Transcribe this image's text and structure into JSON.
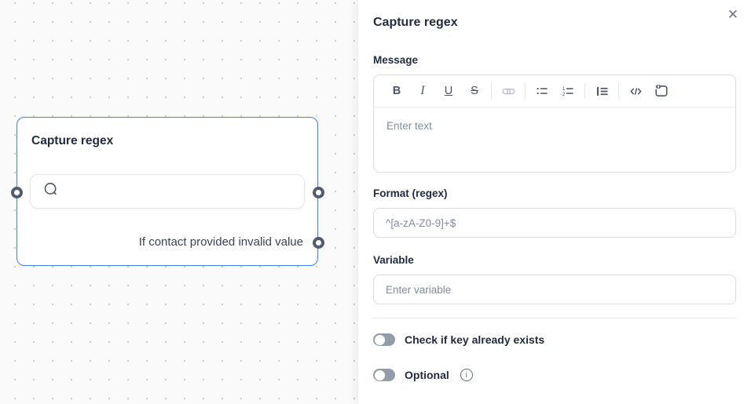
{
  "canvas": {
    "node": {
      "title": "Capture regex",
      "branch_label": "If contact provided invalid value",
      "message_icon": "chat-bubble-icon",
      "ports": [
        "left",
        "right-top",
        "right-bottom"
      ]
    }
  },
  "panel": {
    "title": "Capture regex",
    "close_glyph": "✕",
    "message": {
      "label": "Message",
      "placeholder": "Enter text",
      "toolbar": {
        "bold": "B",
        "italic": "I",
        "underline": "U",
        "strikethrough": "S",
        "icons": [
          "link-icon",
          "bullet-list-icon",
          "ordered-list-icon",
          "blockquote-icon",
          "code-icon",
          "code-block-icon"
        ]
      }
    },
    "format": {
      "label": "Format (regex)",
      "placeholder": "^[a-zA-Z0-9]+$"
    },
    "variable": {
      "label": "Variable",
      "placeholder": "Enter variable"
    },
    "toggles": [
      {
        "label": "Check if key already exists",
        "state": "off"
      },
      {
        "label": "Optional",
        "state": "off",
        "info_glyph": "i"
      }
    ]
  },
  "colors": {
    "accent_blue": "#3b82f6",
    "canvas_bg": "#fafafa",
    "panel_bg": "#ffffff",
    "text_dark": "#222c40",
    "placeholder": "#7e8ca0",
    "toggle_off_track": "#939da9",
    "port_ring": "#535c6a"
  }
}
